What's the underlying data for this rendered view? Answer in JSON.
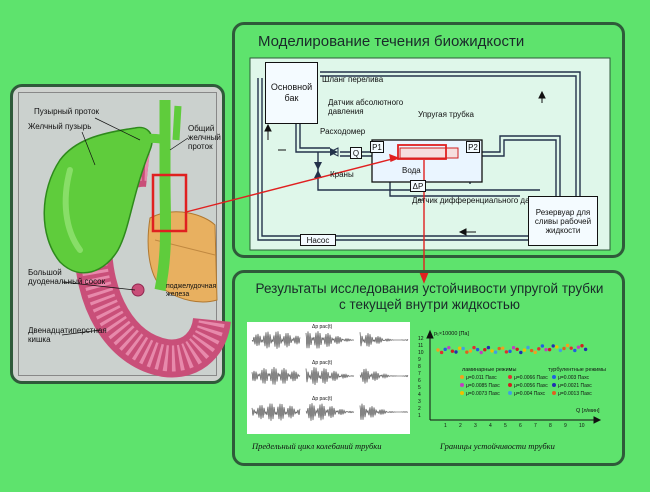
{
  "diagram": {
    "anatomy": {
      "labels": {
        "cystic_duct": "Пузырный проток",
        "gallbladder": "Желчный пузырь",
        "common_bile_duct": "Общий желчный проток",
        "papilla": "Большой дуоденальный сосок",
        "pancreas": "поджелудочная железа",
        "duodenum": "Двенадцатиперстная кишка"
      }
    },
    "simulation": {
      "title": "Моделирование течения биожидкости",
      "labels": {
        "main_tank": "Основной бак",
        "overflow_hose": "Шланг перелива",
        "abs_pressure_sensor": "Датчик абсолютного давления",
        "flowmeter": "Расходомер",
        "elastic_tube": "Упругая трубка",
        "water": "Вода",
        "valves": "Краны",
        "diff_pressure_sensor": "Датчик дифференциального давления",
        "reservoir": "Резервуар для сливы рабочей жидкости",
        "pump": "Насос",
        "q": "Q",
        "p1": "P1",
        "p2": "P2",
        "dp": "ΔP"
      }
    },
    "results": {
      "title_line1": "Результаты исследования устойчивости упругой трубки",
      "title_line2": "с текущей внутри жидкостью",
      "caption_left": "Предельный цикл колебаний трубки",
      "caption_right": "Границы устойчивости трубки",
      "plot_label": "Δp рас(t)",
      "axis_y_label": "p₁×10000 [Па]",
      "axis_x_label": "Q [л/мин]",
      "legend_laminar_title": "ламинарные режимы",
      "legend_turbulent_title": "турбулентные режимы",
      "legend": [
        {
          "label": "μ=0.011 Пахс",
          "color": "#f2a020"
        },
        {
          "label": "μ=0.0066 Пахс",
          "color": "#e03030"
        },
        {
          "label": "μ=0.003 Пахс",
          "color": "#2060e0"
        },
        {
          "label": "μ=0.0085 Пахс",
          "color": "#c040c0"
        },
        {
          "label": "μ=0.0056 Пахс",
          "color": "#d02020"
        },
        {
          "label": "μ=0.0021 Пахс",
          "color": "#2030b0"
        },
        {
          "label": "μ=0.0073 Пахс",
          "color": "#f0c000"
        },
        {
          "label": "μ=0.004 Пахс",
          "color": "#40a0e0"
        },
        {
          "label": "μ=0.0013 Пахс",
          "color": "#e06020"
        }
      ],
      "y_ticks": [
        "12",
        "11",
        "10",
        "9",
        "8",
        "7",
        "6",
        "5",
        "4",
        "3",
        "2",
        "1"
      ],
      "x_ticks": [
        "1",
        "2",
        "3",
        "4",
        "5",
        "6",
        "7",
        "8",
        "9",
        "10"
      ]
    }
  }
}
